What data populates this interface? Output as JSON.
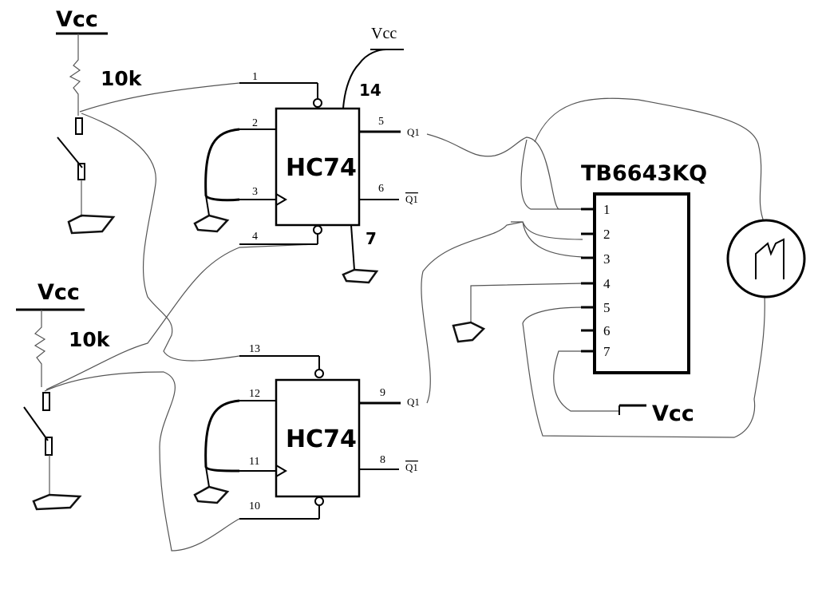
{
  "supply": {
    "top_vcc": "Vcc",
    "top_res": "10k",
    "mid_vcc": "Vcc",
    "mid_res": "10k",
    "ff_vcc": "Vcc",
    "driver_vcc": "Vcc"
  },
  "flipflop_top": {
    "label": "HC74",
    "pin_vcc": "14",
    "pin_gnd": "7",
    "pins": {
      "p1": "1",
      "p2": "2",
      "p3": "3",
      "p4": "4",
      "p5": "5",
      "p6": "6"
    },
    "q": "Q1",
    "qbar": "Q1"
  },
  "flipflop_bottom": {
    "label": "HC74",
    "pins": {
      "p13": "13",
      "p12": "12",
      "p11": "11",
      "p10": "10",
      "p9": "9",
      "p8": "8"
    },
    "q": "Q1",
    "qbar": "Q1"
  },
  "driver": {
    "label": "TB6643KQ",
    "pins": [
      "1",
      "2",
      "3",
      "4",
      "5",
      "6",
      "7"
    ]
  },
  "motor": {
    "icon": "motor-symbol-icon"
  }
}
